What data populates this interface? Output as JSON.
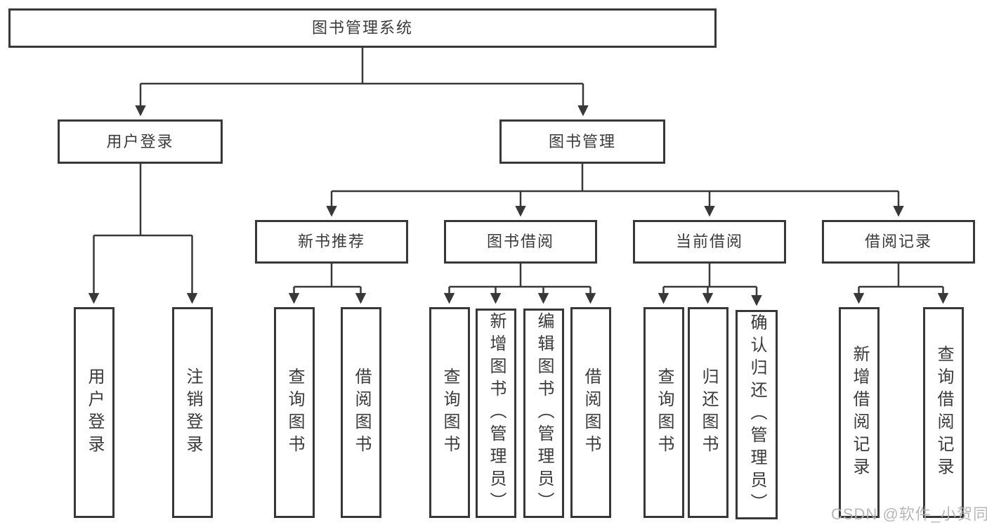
{
  "diagram_type": "hierarchy-org-chart",
  "colors": {
    "line": "#383838",
    "text": "#3a3a3a",
    "watermark": "#b1b1b1",
    "background": "#ffffff"
  },
  "watermark": "CSDN @软件_小贺同学",
  "tree": {
    "label": "图书管理系统",
    "children": [
      {
        "label": "用户登录",
        "children": [
          {
            "label": "用户登录"
          },
          {
            "label": "注销登录"
          }
        ]
      },
      {
        "label": "图书管理",
        "children": [
          {
            "label": "新书推荐",
            "children": [
              {
                "label": "查询图书"
              },
              {
                "label": "借阅图书"
              }
            ]
          },
          {
            "label": "图书借阅",
            "children": [
              {
                "label": "查询图书"
              },
              {
                "label": "新增图书（管理员）"
              },
              {
                "label": "编辑图书（管理员）"
              },
              {
                "label": "借阅图书"
              }
            ]
          },
          {
            "label": "当前借阅",
            "children": [
              {
                "label": "查询图书"
              },
              {
                "label": "归还图书"
              },
              {
                "label": "确认归还（管理员）"
              }
            ]
          },
          {
            "label": "借阅记录",
            "children": [
              {
                "label": "新增借阅记录"
              },
              {
                "label": "查询借阅记录"
              }
            ]
          }
        ]
      }
    ]
  }
}
